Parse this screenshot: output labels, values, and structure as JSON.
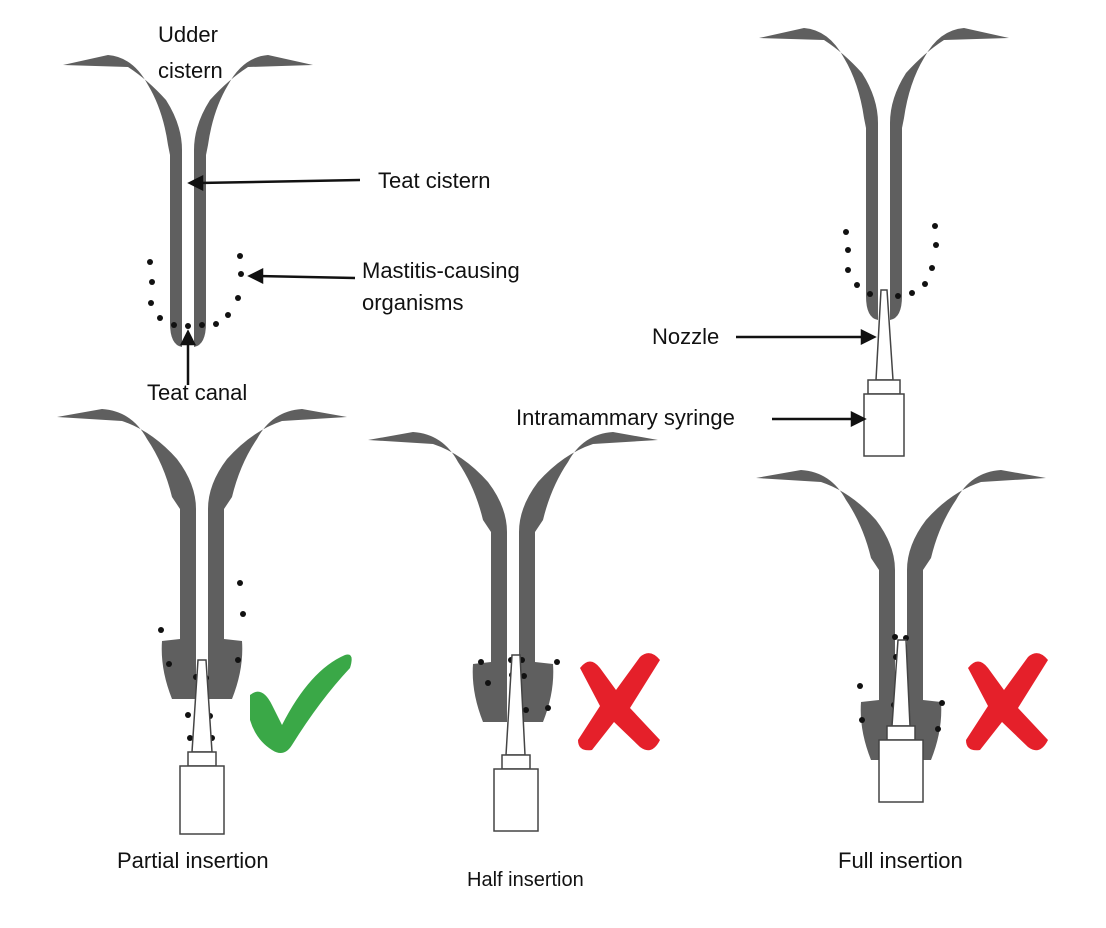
{
  "labels": {
    "udder_cistern_1": "Udder",
    "udder_cistern_2": "cistern",
    "teat_cistern": "Teat cistern",
    "mastitis_1": "Mastitis-causing",
    "mastitis_2": "organisms",
    "teat_canal": "Teat canal",
    "nozzle": "Nozzle",
    "syringe": "Intramammary syringe"
  },
  "captions": {
    "partial": "Partial insertion",
    "half": "Half insertion",
    "full": "Full insertion"
  },
  "colors": {
    "tissue": "#5f5f5f",
    "check": "#3aa847",
    "cross": "#e5202a",
    "organism": "#111111"
  },
  "marks": {
    "partial": "check-icon",
    "half": "cross-icon",
    "full": "cross-icon"
  }
}
